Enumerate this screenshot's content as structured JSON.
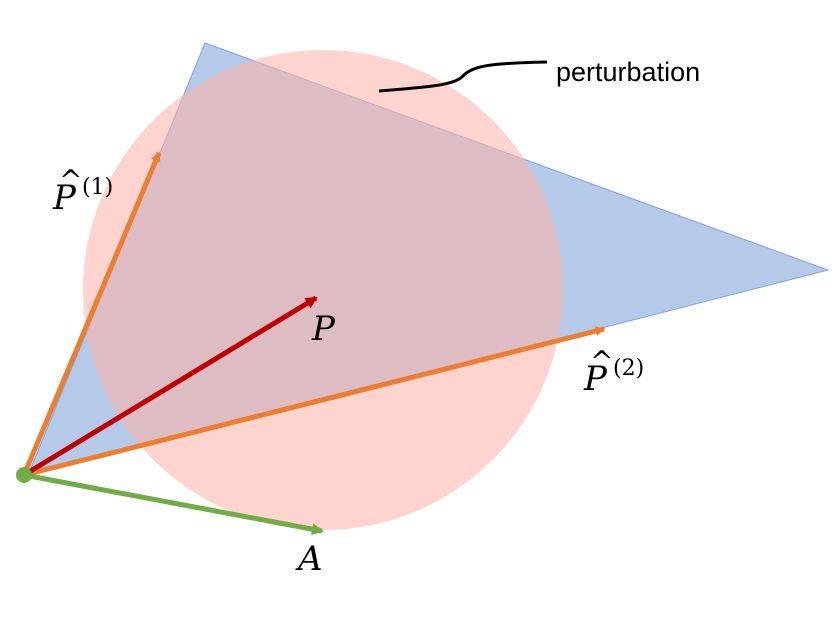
{
  "diagram": {
    "colors": {
      "triangle_fill": "#4f7fca",
      "circle_fill": "#ffb0a6",
      "vector_p": "#c00000",
      "vector_phat": "#ed7d31",
      "vector_a": "#70ad47",
      "origin_dot": "#70ad47",
      "leader_line": "#000000"
    },
    "labels": {
      "perturbation": "perturbation",
      "p": "P",
      "a": "A",
      "phat1_base": "P",
      "phat1_sup": "(1)",
      "phat2_base": "P",
      "phat2_sup": "(2)",
      "hat": "^"
    },
    "icons": {
      "origin": "origin-dot-icon",
      "arrowheads": "arrowhead-icon"
    }
  }
}
